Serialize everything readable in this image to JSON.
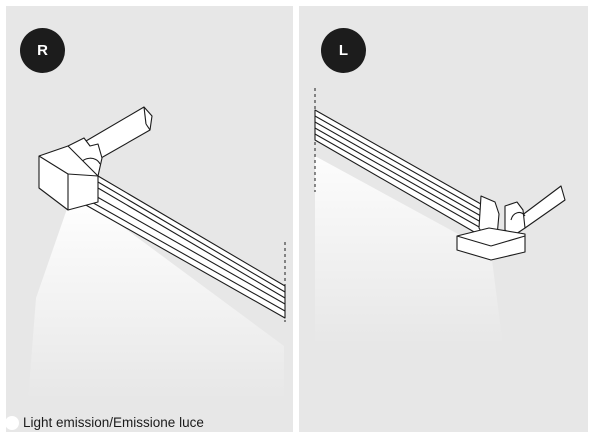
{
  "panels": [
    {
      "badge": "R"
    },
    {
      "badge": "L"
    }
  ],
  "legend": {
    "label": "Light emission/Emissione luce",
    "swatch_color": "#ffffff"
  },
  "colors": {
    "badge": "#1c1c1c",
    "panel": "#e7e7e7",
    "line": "#1c1c1c"
  }
}
